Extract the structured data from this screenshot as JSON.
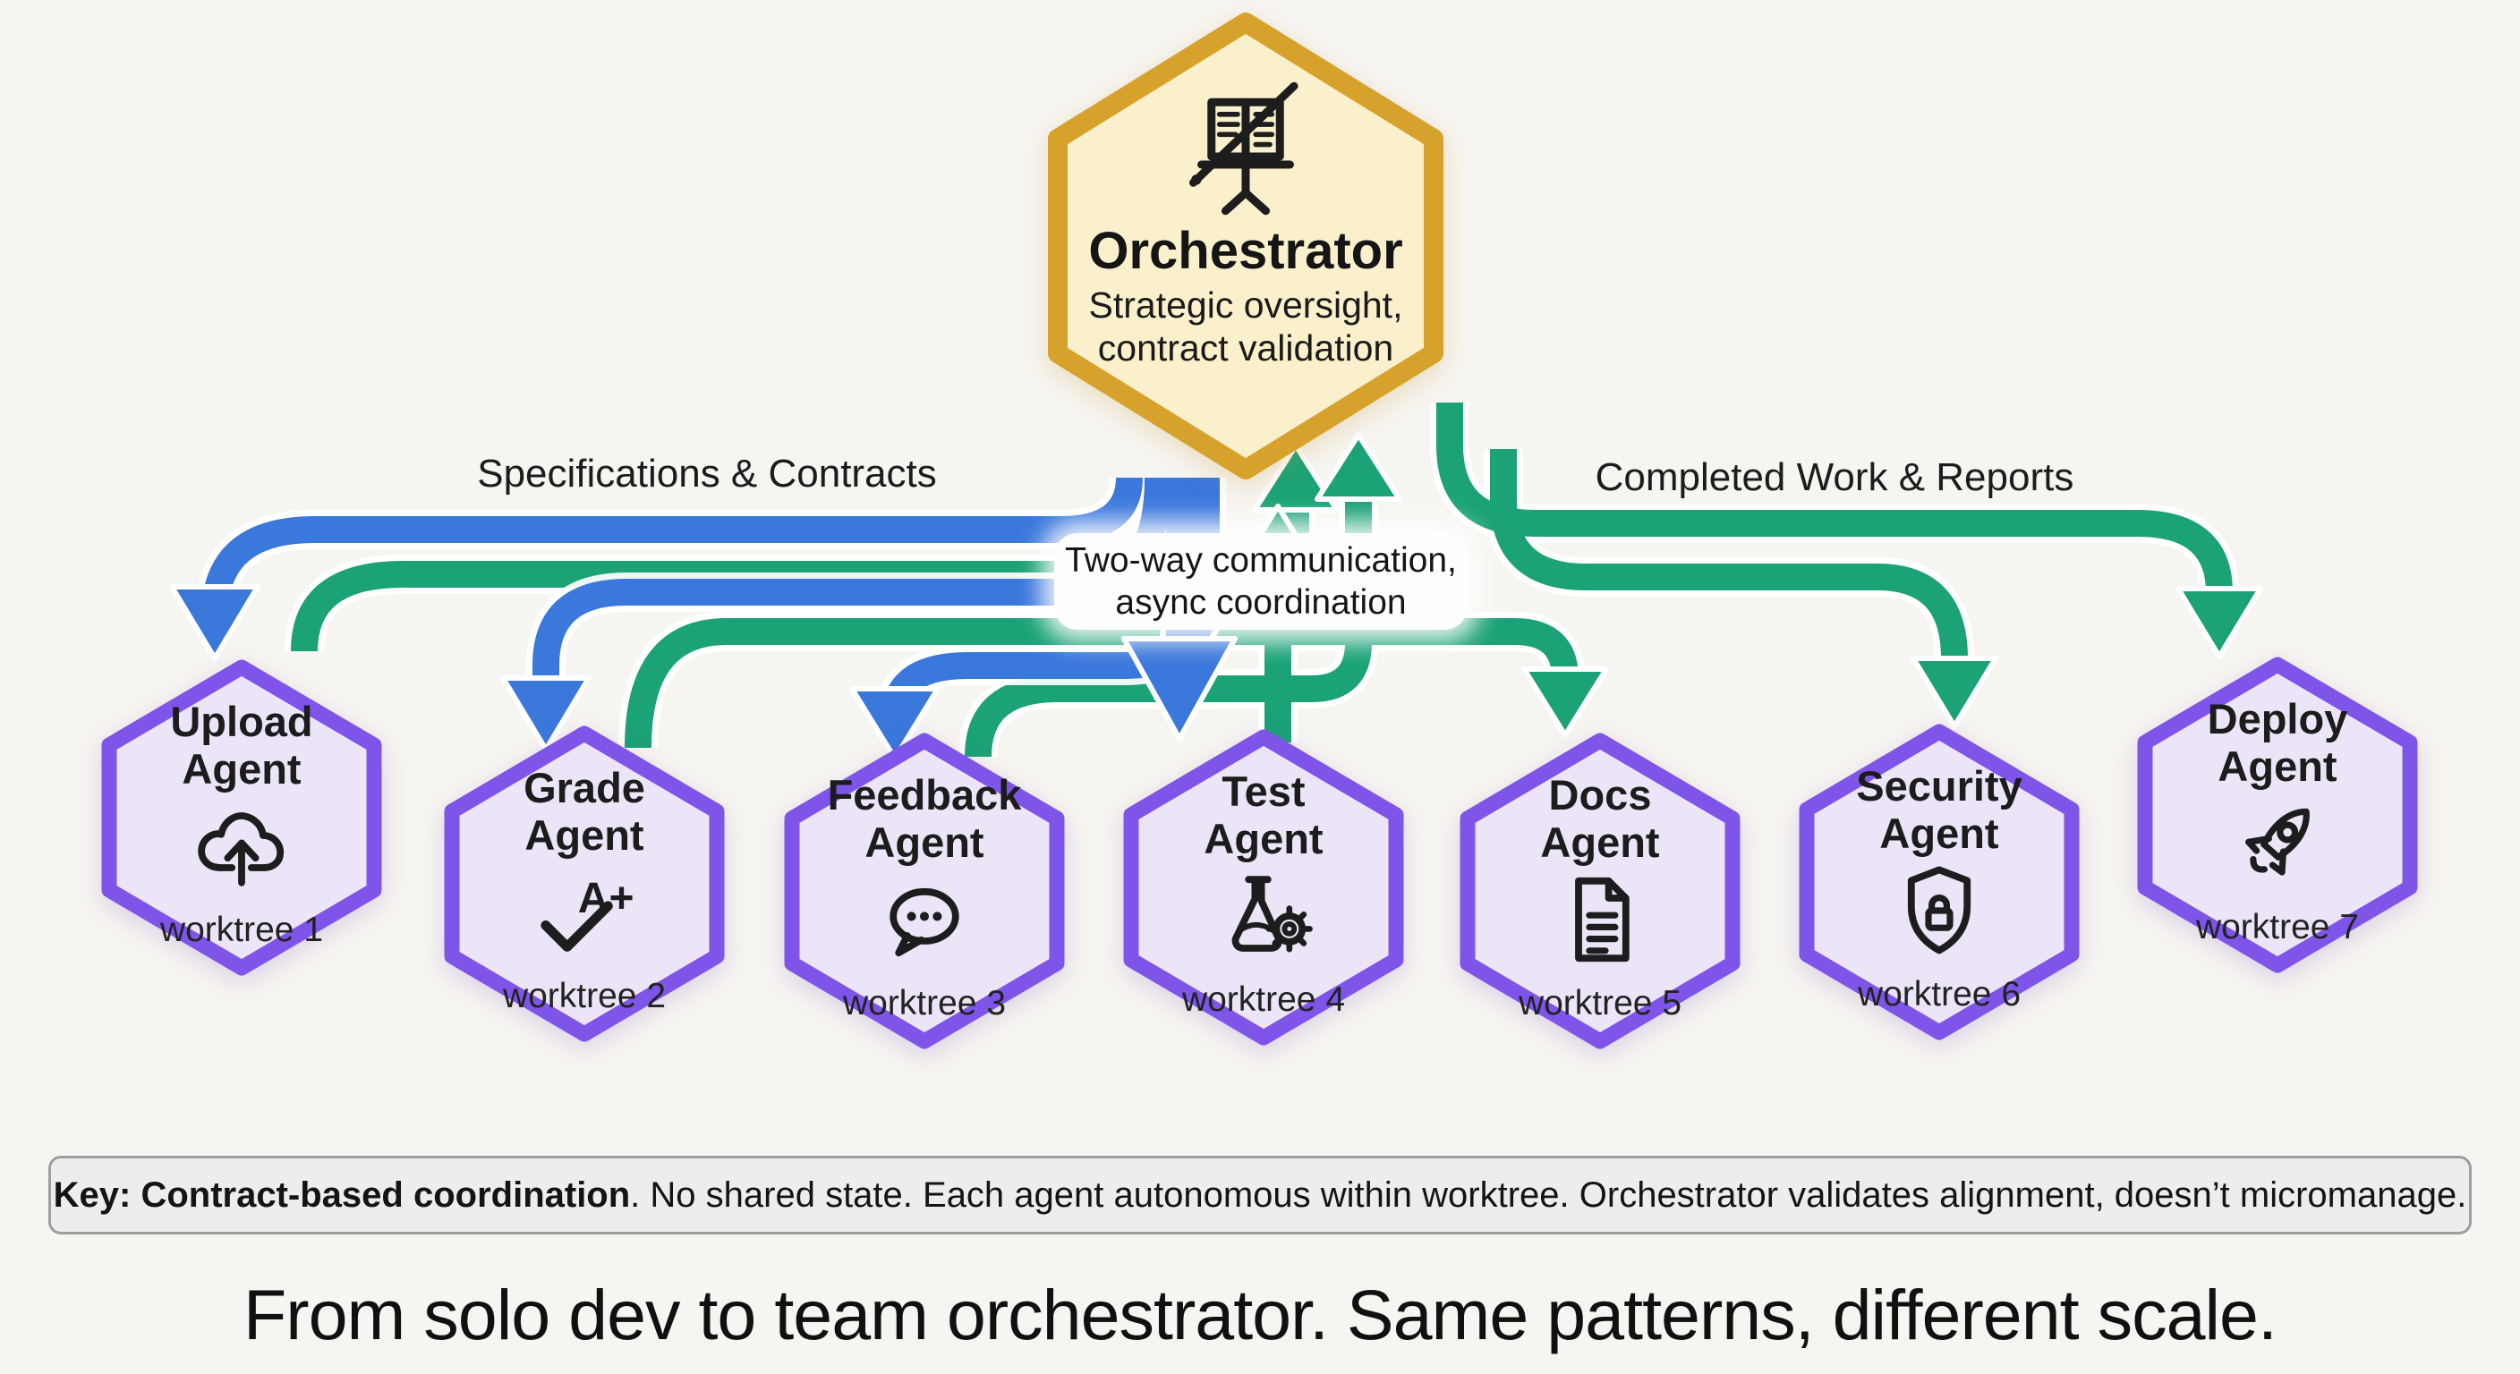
{
  "colors": {
    "blue": "#3b78dc",
    "green": "#1ba277",
    "purple": "#7e55e8",
    "purple_fill": "#ece5f8",
    "gold": "#d7a22c",
    "gold_fill": "#faf0cb",
    "ink": "#1c1c1c",
    "bg": "#f7f5f1"
  },
  "orchestrator": {
    "name": "Orchestrator",
    "subtitle": "Strategic oversight, contract validation",
    "icon": "conductor-music-stand-icon"
  },
  "flow_labels": {
    "left": "Specifications & Contracts",
    "right": "Completed Work & Reports",
    "center_line1": "Two-way communication,",
    "center_line2": "async coordination"
  },
  "agents": [
    {
      "name": "Upload Agent",
      "worktree": "worktree 1",
      "icon": "cloud-upload-icon"
    },
    {
      "name": "Grade Agent",
      "worktree": "worktree 2",
      "icon": "grade-check-icon",
      "icon_text": "A+"
    },
    {
      "name": "Feedback Agent",
      "worktree": "worktree 3",
      "icon": "chat-bubble-icon"
    },
    {
      "name": "Test Agent",
      "worktree": "worktree 4",
      "icon": "flask-gear-icon"
    },
    {
      "name": "Docs Agent",
      "worktree": "worktree 5",
      "icon": "document-icon"
    },
    {
      "name": "Security Agent",
      "worktree": "worktree 6",
      "icon": "shield-lock-icon"
    },
    {
      "name": "Deploy Agent",
      "worktree": "worktree 7",
      "icon": "rocket-icon"
    }
  ],
  "key_note": {
    "bold": "Key: Contract-based coordination",
    "rest": ". No shared state. Each agent autonomous within worktree. Orchestrator validates alignment, doesn’t micromanage."
  },
  "caption": "From solo dev to team orchestrator. Same patterns, different scale."
}
